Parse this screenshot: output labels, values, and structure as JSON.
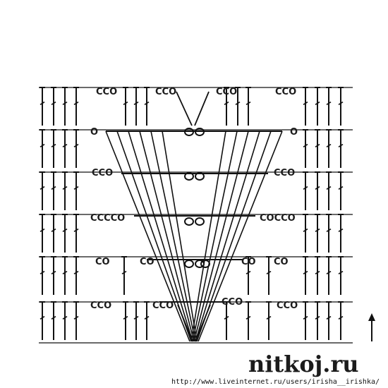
{
  "chain_labels": {
    "r1": [
      "CCO",
      "CCO",
      "CCO",
      "CCO"
    ],
    "r2": [
      "O",
      "O"
    ],
    "r3": [
      "CCO",
      "CCO"
    ],
    "r4": [
      "CCCCO",
      "COCCO"
    ],
    "r5": [
      "CO",
      "CO",
      "CO",
      "CO"
    ],
    "r6": [
      "CCO",
      "CCO",
      "CCO",
      "CCO"
    ]
  },
  "direction_arrow": "up-arrow-icon",
  "watermark": {
    "site": "nitkoj.ru",
    "url": "http://www.liveinternet.ru/users/irisha__irishka/"
  },
  "colors": {
    "ink": "#111111",
    "background": "#ffffff",
    "site_text": "#1c1c1c"
  }
}
